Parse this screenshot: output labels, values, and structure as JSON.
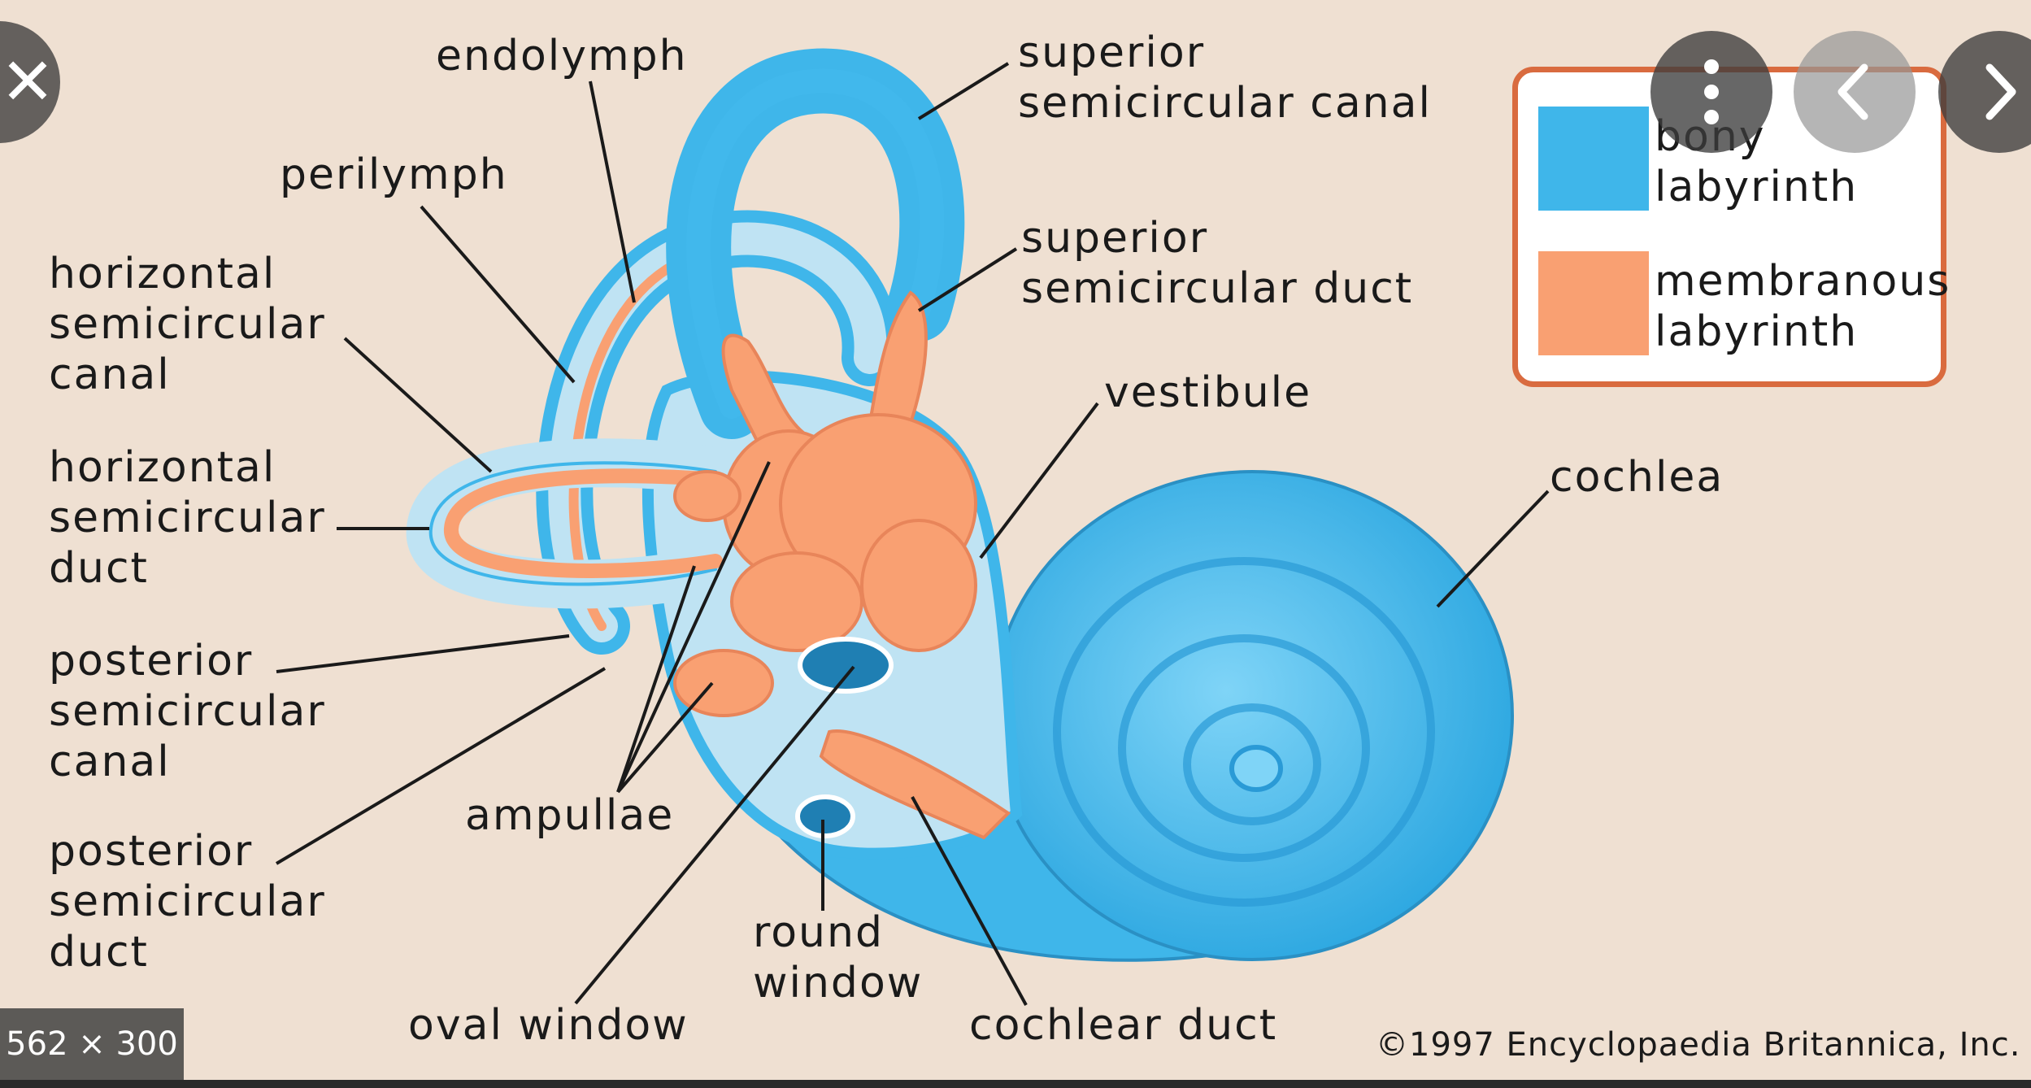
{
  "viewer": {
    "close_icon": "close-icon",
    "more_icon": "more-vertical-icon",
    "prev_icon": "chevron-left-icon",
    "next_icon": "chevron-right-icon",
    "image_dimensions": "562 × 300"
  },
  "diagram": {
    "labels": {
      "endolymph": "endolymph",
      "superior_semicircular_canal": "superior\nsemicircular canal",
      "perilymph": "perilymph",
      "superior_semicircular_duct": "superior\nsemicircular duct",
      "horizontal_semicircular_canal": "horizontal\nsemicircular\ncanal",
      "vestibule": "vestibule",
      "horizontal_semicircular_duct": "horizontal\nsemicircular\nduct",
      "cochlea": "cochlea",
      "posterior_semicircular_canal": "posterior\nsemicircular\ncanal",
      "ampullae": "ampullae",
      "posterior_semicircular_duct": "posterior\nsemicircular\nduct",
      "round_window": "round\nwindow",
      "oval_window": "oval window",
      "cochlear_duct": "cochlear duct"
    },
    "legend": {
      "bony": "bony\nlabyrinth",
      "membranous": "membranous\nlabyrinth"
    },
    "credit": "©1997 Encyclopaedia Britannica, Inc.",
    "colors": {
      "bony": "#3fb6ea",
      "membranous": "#f9a072",
      "fluid": "#bfe3f3",
      "background": "#efe0d2"
    }
  }
}
